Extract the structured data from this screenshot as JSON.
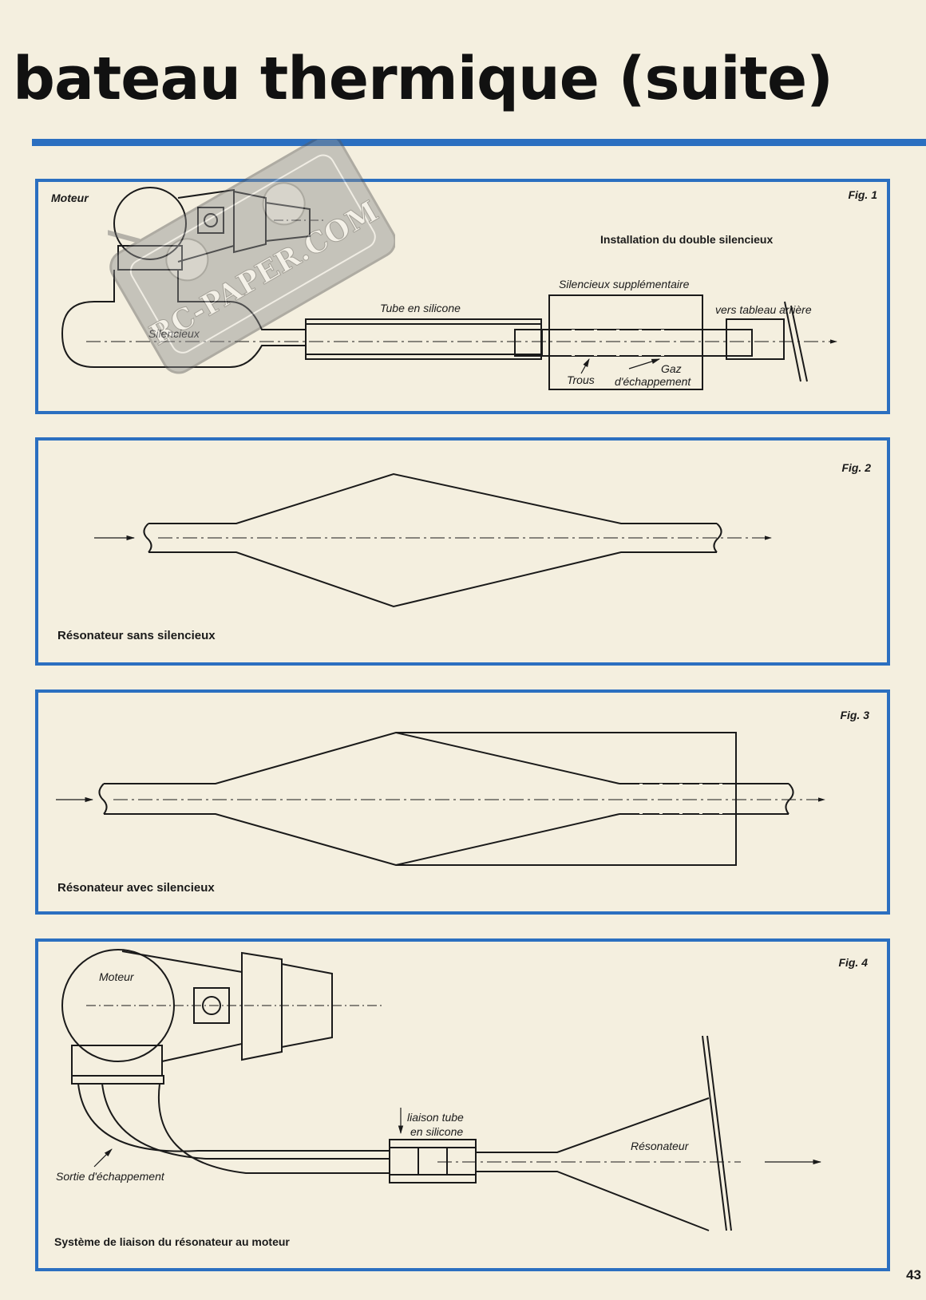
{
  "title": "bateau thermique (suite)",
  "accent_color": "#2b6fc0",
  "page_number": "43",
  "watermark": "RC-PAPER.COM",
  "fig1": {
    "fig": "Fig. 1",
    "title": "Installation du double silencieux",
    "moteur": "Moteur",
    "silencieux": "Silencieux",
    "tube": "Tube en silicone",
    "silencieux_supp": "Silencieux supplémentaire",
    "vers": "vers tableau arrière",
    "trous": "Trous",
    "gaz": "Gaz",
    "echappement": "d'échappement"
  },
  "fig2": {
    "fig": "Fig. 2",
    "caption": "Résonateur sans silencieux"
  },
  "fig3": {
    "fig": "Fig. 3",
    "caption": "Résonateur avec silencieux"
  },
  "fig4": {
    "fig": "Fig. 4",
    "moteur": "Moteur",
    "liaison_1": "liaison tube",
    "liaison_2": "en silicone",
    "resonateur": "Résonateur",
    "sortie": "Sortie d'échappement",
    "caption": "Système de liaison du résonateur au moteur"
  }
}
